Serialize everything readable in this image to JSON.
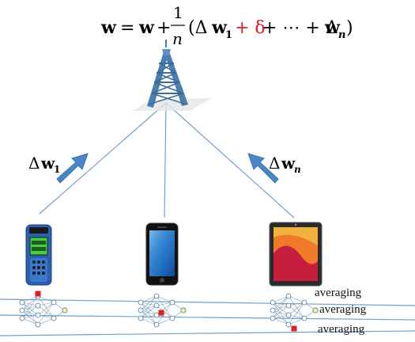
{
  "formula": {
    "lhs": "w",
    "eq": "=",
    "w": "w",
    "plus": "+",
    "frac_num": "1",
    "frac_den": "n",
    "open": "(Δ",
    "dw1_w": "w",
    "dw1_sub": "1",
    "plus_delta": "+ δ",
    "mid": "+ ⋯ + Δ",
    "dwn_w": "w",
    "dwn_sub": "n",
    "close": ")",
    "delta_color": "#e0201b"
  },
  "left_update": {
    "delta": "Δ",
    "w": "w",
    "sub": "1"
  },
  "right_update": {
    "delta": "Δ",
    "w": "w",
    "sub": "n"
  },
  "devices": [
    {
      "kind": "handheld-meter"
    },
    {
      "kind": "smartphone"
    },
    {
      "kind": "tablet"
    }
  ],
  "averaging_labels": [
    "averaging",
    "averaging",
    "averaging"
  ],
  "colors": {
    "tower": "#4a7fae",
    "arrow": "#4a86c6",
    "line": "#6fa0d2",
    "perturb": "#e02020",
    "node_fill": "#ffffff",
    "node_out": "#f2f2a0"
  }
}
